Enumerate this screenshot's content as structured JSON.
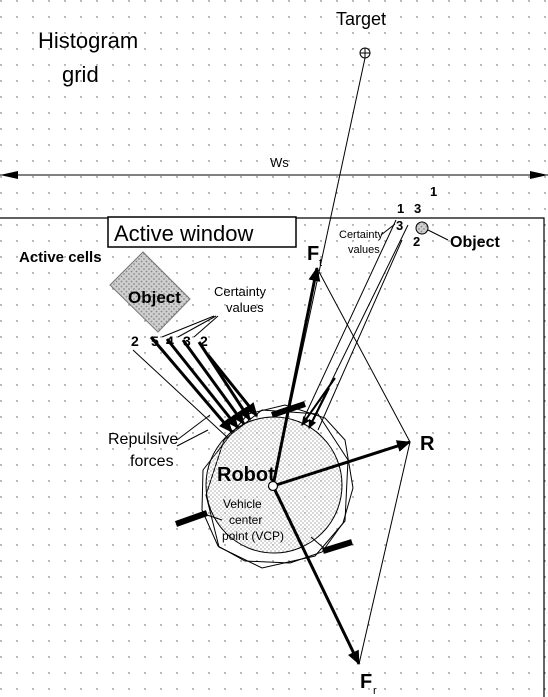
{
  "title_line1": "Histogram",
  "title_line2": "grid",
  "target_label": "Target",
  "ws_label": "Ws",
  "active_window_label": "Active window",
  "active_cells_label": "Active cells",
  "object_left_label": "Object",
  "object_right_label": "Object",
  "certainty_left_line1": "Certainty",
  "certainty_left_line2": "values",
  "certainty_right_line1": "Certainty",
  "certainty_right_line2": "values",
  "left_cell_values": [
    "2",
    "5",
    "4",
    "3",
    "2"
  ],
  "right_cell_values": [
    "1",
    "1",
    "3",
    "3",
    "2"
  ],
  "ft_label": "F",
  "ft_sub": "t",
  "fr_label": "F",
  "fr_sub": "r",
  "r_label": "R",
  "repulsive_line1": "Repulsive",
  "repulsive_line2": "forces",
  "robot_label": "Robot",
  "vcp_line1": "Vehicle",
  "vcp_line2": "center",
  "vcp_line3": "point (VCP)"
}
